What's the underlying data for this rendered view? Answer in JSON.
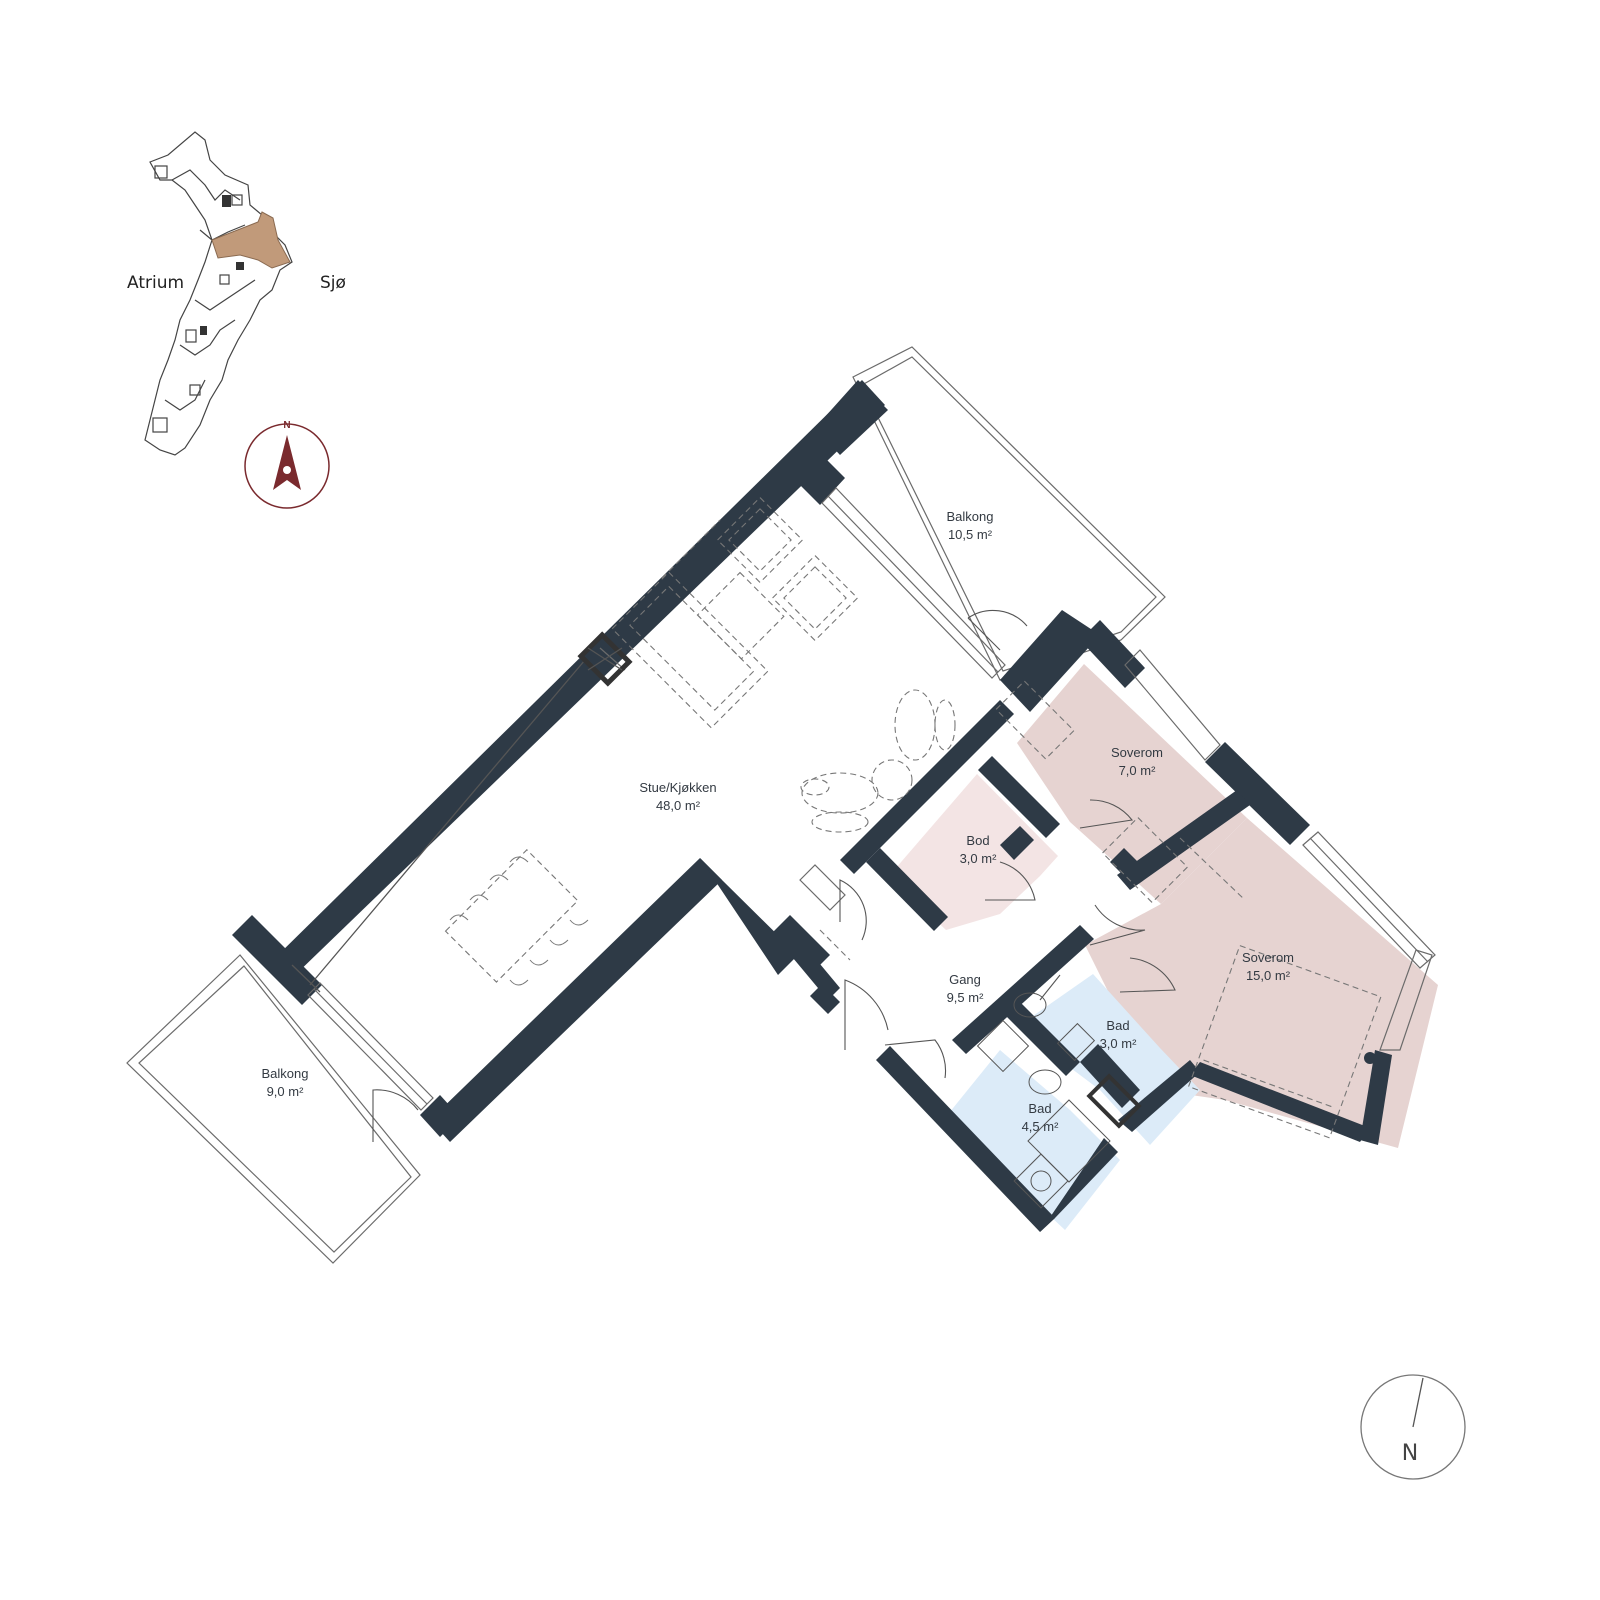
{
  "key_plan": {
    "label_left": "Atrium",
    "label_right": "Sjø",
    "north_label": "N",
    "highlight_color": "#c19a7a",
    "north_color": "#7a2a2e"
  },
  "compass": {
    "label": "N"
  },
  "rooms": {
    "balkong_top": {
      "name": "Balkong",
      "area": "10,5 m²"
    },
    "stue": {
      "name": "Stue/Kjøkken",
      "area": "48,0 m²"
    },
    "soverom_small": {
      "name": "Soverom",
      "area": "7,0 m²",
      "color": "#e6d3d1"
    },
    "bod": {
      "name": "Bod",
      "area": "3,0 m²",
      "color": "#f3e4e4"
    },
    "gang": {
      "name": "Gang",
      "area": "9,5 m²"
    },
    "bad_small": {
      "name": "Bad",
      "area": "3,0 m²",
      "color": "#dcebf8"
    },
    "soverom_large": {
      "name": "Soverom",
      "area": "15,0 m²",
      "color": "#e6d3d1"
    },
    "bad_large": {
      "name": "Bad",
      "area": "4,5 m²",
      "color": "#dcebf8"
    },
    "balkong_left": {
      "name": "Balkong",
      "area": "9,0 m²"
    }
  }
}
